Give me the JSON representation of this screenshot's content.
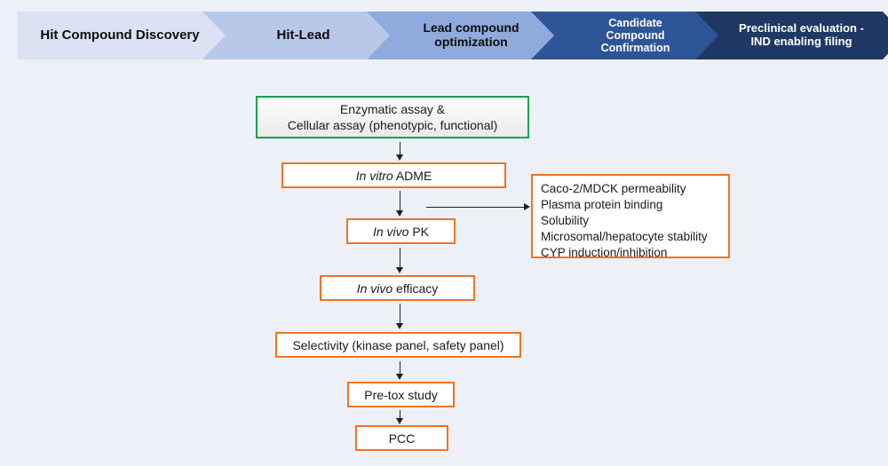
{
  "banner": {
    "stages": [
      {
        "label": "Hit Compound Discovery",
        "color": "#dae2f3",
        "text_color": "#0d0d0d"
      },
      {
        "label": "Hit-Lead",
        "color": "#b7c8e9",
        "text_color": "#0d0d0d"
      },
      {
        "label": "Lead compound optimization",
        "color": "#8faadc",
        "text_color": "#0d0d0d"
      },
      {
        "label": "Candidate Compound Confirmation",
        "color": "#2e5597",
        "text_color": "#ffffff"
      },
      {
        "label": "Preclinical evaluation - IND enabling filing",
        "color": "#203864",
        "text_color": "#ffffff"
      }
    ]
  },
  "flowchart": {
    "enzymatic": {
      "line1": "Enzymatic assay &",
      "line2": "Cellular assay (phenotypic, functional)"
    },
    "adme": {
      "italic": "In vitro",
      "rest": " ADME"
    },
    "pk": {
      "italic": "In vivo",
      "rest": " PK"
    },
    "efficacy": {
      "italic": "In vivo",
      "rest": " efficacy"
    },
    "selectivity": {
      "label": "Selectivity (kinase panel, safety panel)"
    },
    "pretox": {
      "label": "Pre-tox study"
    },
    "pcc": {
      "label": "PCC"
    },
    "adme_details": {
      "items": [
        "Caco-2/MDCK permeability",
        "Plasma protein binding",
        "Solubility",
        "Microsomal/hepatocyte stability",
        "CYP induction/inhibition"
      ]
    }
  },
  "colors": {
    "background": "#edf1f7",
    "green_border": "#1ca04a",
    "orange_border": "#ed7425",
    "arrow": "#1f1f1f"
  }
}
